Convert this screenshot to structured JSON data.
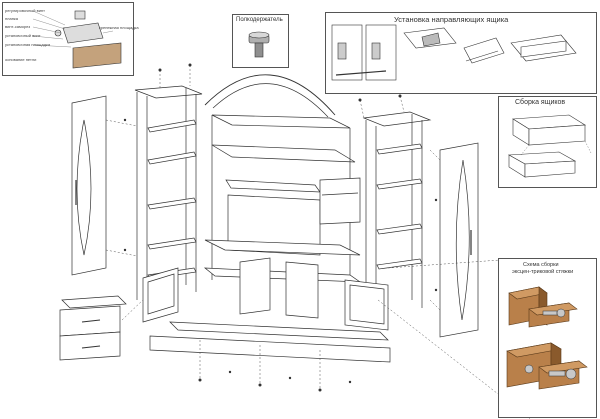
{
  "callout_hinge": {
    "labels": [
      "регулировочный винт",
      "планка",
      "винт-саморез",
      "установочный винт",
      "установочная площадка",
      "основание петли",
      "крепежная площадка"
    ]
  },
  "callout_shelf_support": {
    "title": "Полкодержатель"
  },
  "callout_drawer_slides": {
    "title": "Установка направляющих ящика"
  },
  "callout_drawer_assembly": {
    "title": "Сборка ящиков"
  },
  "callout_tie_scheme": {
    "title_line1": "Схема сборки",
    "title_line2": "эксцен-триковой стяжки"
  },
  "colors": {
    "line": "#333333",
    "panel_border": "#555555",
    "wood": "#b9804a",
    "wood_dark": "#8a5a2c",
    "metal": "#bfbfbf"
  }
}
